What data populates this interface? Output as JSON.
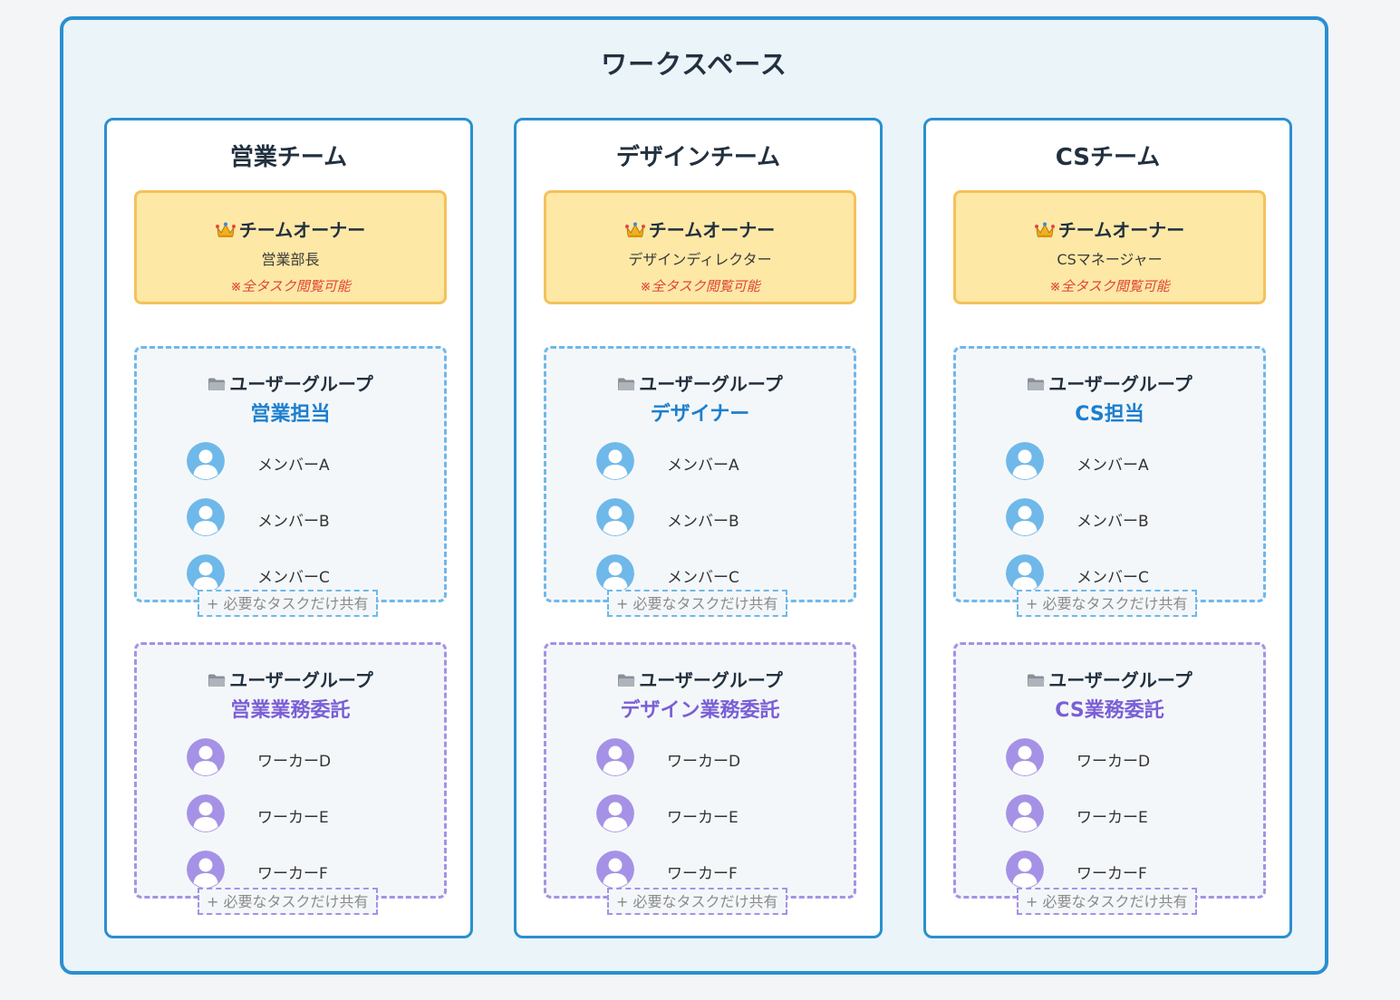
{
  "workspace": {
    "title": "ワークスペース",
    "teams": [
      {
        "title": "営業チーム",
        "owner": {
          "label": "チームオーナー",
          "role": "営業部長",
          "note": "※全タスク閲覧可能"
        },
        "groups": [
          {
            "label": "ユーザーグループ",
            "name": "営業担当",
            "members": [
              "メンバーA",
              "メンバーB",
              "メンバーC"
            ],
            "share": "+ 必要なタスクだけ共有"
          },
          {
            "label": "ユーザーグループ",
            "name": "営業業務委託",
            "members": [
              "ワーカーD",
              "ワーカーE",
              "ワーカーF"
            ],
            "share": "+ 必要なタスクだけ共有"
          }
        ]
      },
      {
        "title": "デザインチーム",
        "owner": {
          "label": "チームオーナー",
          "role": "デザインディレクター",
          "note": "※全タスク閲覧可能"
        },
        "groups": [
          {
            "label": "ユーザーグループ",
            "name": "デザイナー",
            "members": [
              "メンバーA",
              "メンバーB",
              "メンバーC"
            ],
            "share": "+ 必要なタスクだけ共有"
          },
          {
            "label": "ユーザーグループ",
            "name": "デザイン業務委託",
            "members": [
              "ワーカーD",
              "ワーカーE",
              "ワーカーF"
            ],
            "share": "+ 必要なタスクだけ共有"
          }
        ]
      },
      {
        "title": "CSチーム",
        "owner": {
          "label": "チームオーナー",
          "role": "CSマネージャー",
          "note": "※全タスク閲覧可能"
        },
        "groups": [
          {
            "label": "ユーザーグループ",
            "name": "CS担当",
            "members": [
              "メンバーA",
              "メンバーB",
              "メンバーC"
            ],
            "share": "+ 必要なタスクだけ共有"
          },
          {
            "label": "ユーザーグループ",
            "name": "CS業務委託",
            "members": [
              "ワーカーD",
              "ワーカーE",
              "ワーカーF"
            ],
            "share": "+ 必要なタスクだけ共有"
          }
        ]
      }
    ]
  },
  "colors": {
    "workspace_border": "#2a8fd1",
    "owner_fill": "#fde8a6",
    "owner_border": "#f4c15b",
    "note_red": "#e0453a",
    "member_group": "#1c7fd0",
    "member_avatar": "#6fb8ea",
    "worker_group": "#7a5fd6",
    "worker_avatar": "#a592e6"
  },
  "icons": {
    "owner": "crown-icon",
    "group": "folder-icon",
    "user": "user-avatar-icon"
  }
}
